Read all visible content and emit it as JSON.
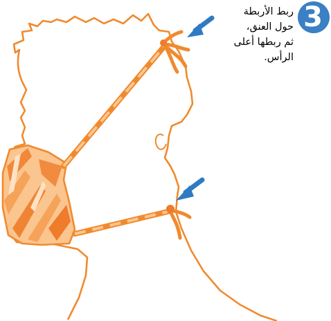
{
  "step": {
    "number": "3",
    "badge_color": "#3b7fc4"
  },
  "instruction": {
    "lines": [
      "ربط الأربطة",
      "حول العنق،",
      "ثم ربطها أعلى",
      "الرأس."
    ]
  },
  "colors": {
    "outline": "#f08a2e",
    "mask_light": "#fbc58f",
    "mask_mid": "#f6a35a",
    "mask_dark": "#ee7c2a",
    "arrow": "#2f7bc3"
  },
  "icons": {
    "upper_arrow": "arrow-down-left-icon",
    "lower_arrow": "arrow-down-left-icon"
  }
}
